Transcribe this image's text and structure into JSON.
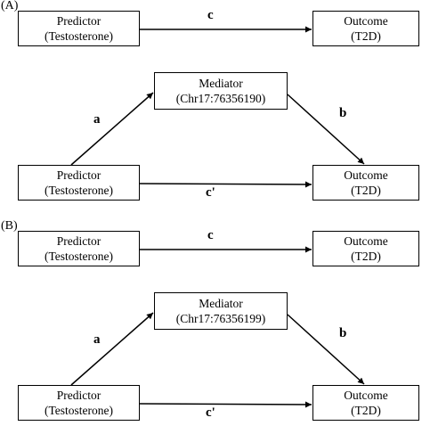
{
  "panels": [
    {
      "label": "(A)",
      "total_effect": {
        "predictor": {
          "line1": "Predictor",
          "line2": "(Testosterone)"
        },
        "outcome": {
          "line1": "Outcome",
          "line2": "(T2D)"
        },
        "path_label": "c"
      },
      "mediation": {
        "mediator": {
          "line1": "Mediator",
          "line2": "(Chr17:76356190)"
        },
        "predictor": {
          "line1": "Predictor",
          "line2": "(Testosterone)"
        },
        "outcome": {
          "line1": "Outcome",
          "line2": "(T2D)"
        },
        "path_a": "a",
        "path_b": "b",
        "path_c_prime": "c'"
      }
    },
    {
      "label": "(B)",
      "total_effect": {
        "predictor": {
          "line1": "Predictor",
          "line2": "(Testosterone)"
        },
        "outcome": {
          "line1": "Outcome",
          "line2": "(T2D)"
        },
        "path_label": "c"
      },
      "mediation": {
        "mediator": {
          "line1": "Mediator",
          "line2": "(Chr17:76356199)"
        },
        "predictor": {
          "line1": "Predictor",
          "line2": "(Testosterone)"
        },
        "outcome": {
          "line1": "Outcome",
          "line2": "(T2D)"
        },
        "path_a": "a",
        "path_b": "b",
        "path_c_prime": "c'"
      }
    }
  ],
  "colors": {
    "line": "#000000",
    "box_fill": "#ffffff",
    "background": "#ffffff"
  }
}
